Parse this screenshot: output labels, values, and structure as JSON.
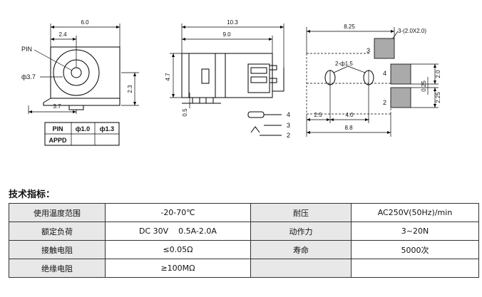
{
  "drawing": {
    "left_view": {
      "dim_top": "6.0",
      "dim_pin_offset": "2.4",
      "pin_label": "PIN",
      "dia_label": "ф3.7",
      "dim_height": "2.3",
      "dim_bottom": "3.7",
      "table": {
        "header": [
          "PIN",
          "ф1.0",
          "ф1.3"
        ],
        "row_label": "APPD"
      }
    },
    "middle_view": {
      "dim_total": "10.3",
      "dim_body": "9.0",
      "dim_height": "4.7",
      "dim_small": "0.5",
      "pin_labels": [
        "4",
        "3",
        "2"
      ]
    },
    "right_view": {
      "dim_top": "8.25",
      "pad_note": "3-(2.0X2.0)",
      "hole_note": "2-ф1.5",
      "pad_numbers": [
        "3",
        "4",
        "2"
      ],
      "dim_pad_h": "2.0",
      "dim_gap": "0.25",
      "dim_side": "2.25",
      "dim_a": "2.5",
      "dim_b": "4.0",
      "dim_total": "8.8"
    }
  },
  "specs": {
    "heading": "技术指标：",
    "rows": [
      [
        "使用温度范围",
        "-20-70℃",
        "耐压",
        "AC250V(50Hz)/min"
      ],
      [
        "额定负荷",
        "DC 30V    0.5A-2.0A",
        "动作力",
        "3~20N"
      ],
      [
        "接触电阻",
        "≤0.05Ω",
        "寿命",
        "5000次"
      ],
      [
        "绝缘电阻",
        "≥100MΩ",
        "",
        ""
      ]
    ]
  }
}
